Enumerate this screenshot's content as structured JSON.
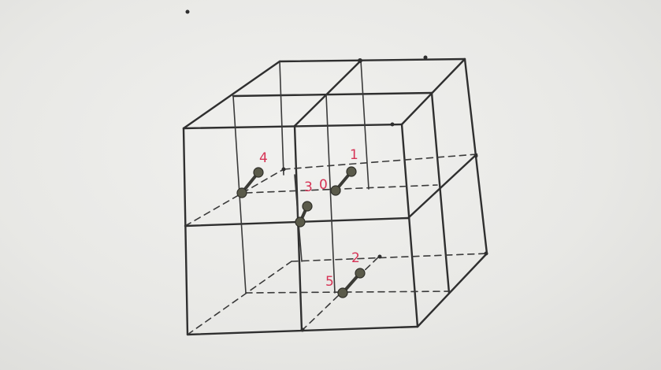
{
  "diagram": {
    "site_labels": {
      "site_0": "0",
      "site_1": "1",
      "site_2": "2",
      "site_3": "3",
      "site_4": "4",
      "site_5": "5"
    },
    "colors": {
      "paper": "#e9e9e7",
      "ink": "#2f2f2f",
      "label": "#d63355",
      "atom": "#5a5a4a"
    }
  }
}
